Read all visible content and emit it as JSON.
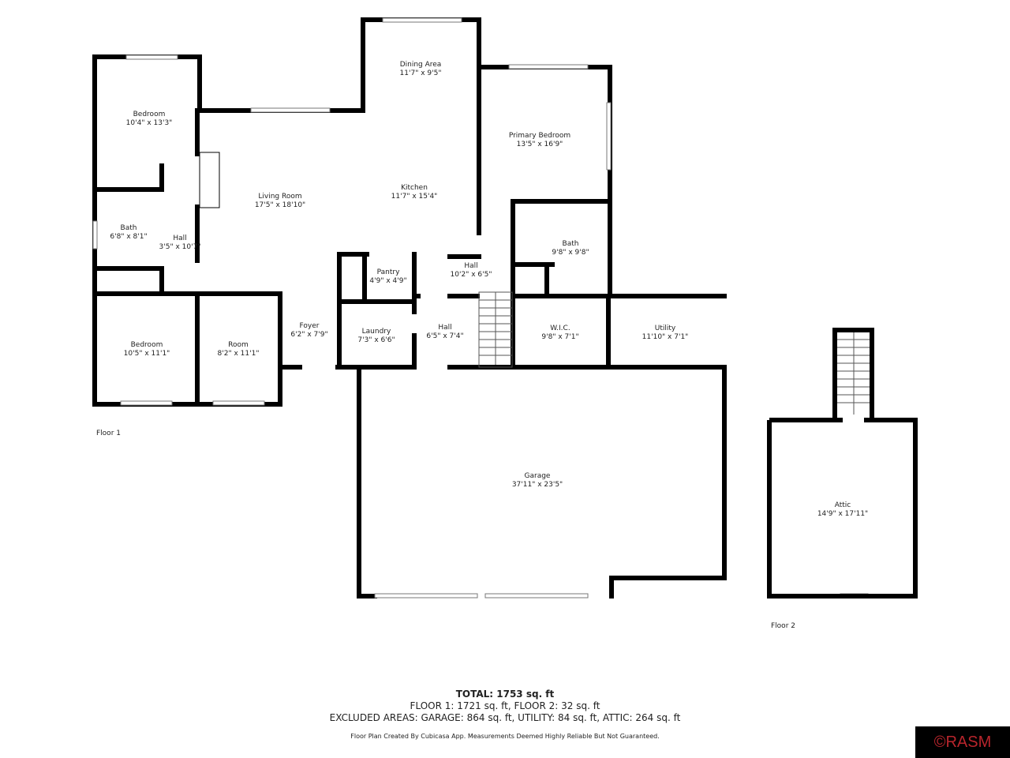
{
  "rooms": {
    "bedroom1": {
      "name": "Bedroom",
      "dims": "10'4\" x 13'3\""
    },
    "living": {
      "name": "Living Room",
      "dims": "17'5\" x 18'10\""
    },
    "dining": {
      "name": "Dining Area",
      "dims": "11'7\" x 9'5\""
    },
    "kitchen": {
      "name": "Kitchen",
      "dims": "11'7\" x 15'4\""
    },
    "primary": {
      "name": "Primary Bedroom",
      "dims": "13'5\" x 16'9\""
    },
    "bath1": {
      "name": "Bath",
      "dims": "6'8\" x 8'1\""
    },
    "hall1": {
      "name": "Hall",
      "dims": "3'5\" x 10'7\""
    },
    "pantry": {
      "name": "Pantry",
      "dims": "4'9\" x 4'9\""
    },
    "hall2": {
      "name": "Hall",
      "dims": "10'2\" x 6'5\""
    },
    "bath2": {
      "name": "Bath",
      "dims": "9'8\" x 9'8\""
    },
    "bedroom2": {
      "name": "Bedroom",
      "dims": "10'5\" x 11'1\""
    },
    "room": {
      "name": "Room",
      "dims": "8'2\" x 11'1\""
    },
    "foyer": {
      "name": "Foyer",
      "dims": "6'2\" x 7'9\""
    },
    "laundry": {
      "name": "Laundry",
      "dims": "7'3\" x 6'6\""
    },
    "hall3": {
      "name": "Hall",
      "dims": "6'5\" x 7'4\""
    },
    "wic": {
      "name": "W.I.C.",
      "dims": "9'8\" x 7'1\""
    },
    "utility": {
      "name": "Utility",
      "dims": "11'10\" x 7'1\""
    },
    "garage": {
      "name": "Garage",
      "dims": "37'11\" x 23'5\""
    },
    "attic": {
      "name": "Attic",
      "dims": "14'9\" x 17'11\""
    }
  },
  "floors": {
    "floor1": "Floor 1",
    "floor2": "Floor 2"
  },
  "totals": {
    "total": "TOTAL: 1753 sq. ft",
    "floors": "FLOOR 1: 1721 sq. ft, FLOOR 2: 32 sq. ft",
    "excluded": "EXCLUDED AREAS: GARAGE: 864 sq. ft, UTILITY: 84 sq. ft, ATTIC: 264 sq. ft"
  },
  "disclaimer": "Floor Plan Created By Cubicasa App. Measurements Deemed Highly Reliable But Not Guaranteed.",
  "logo": "©RASM",
  "colors": {
    "wall": "#000000",
    "logo_bg": "#000000",
    "logo_text": "#b8252c"
  }
}
